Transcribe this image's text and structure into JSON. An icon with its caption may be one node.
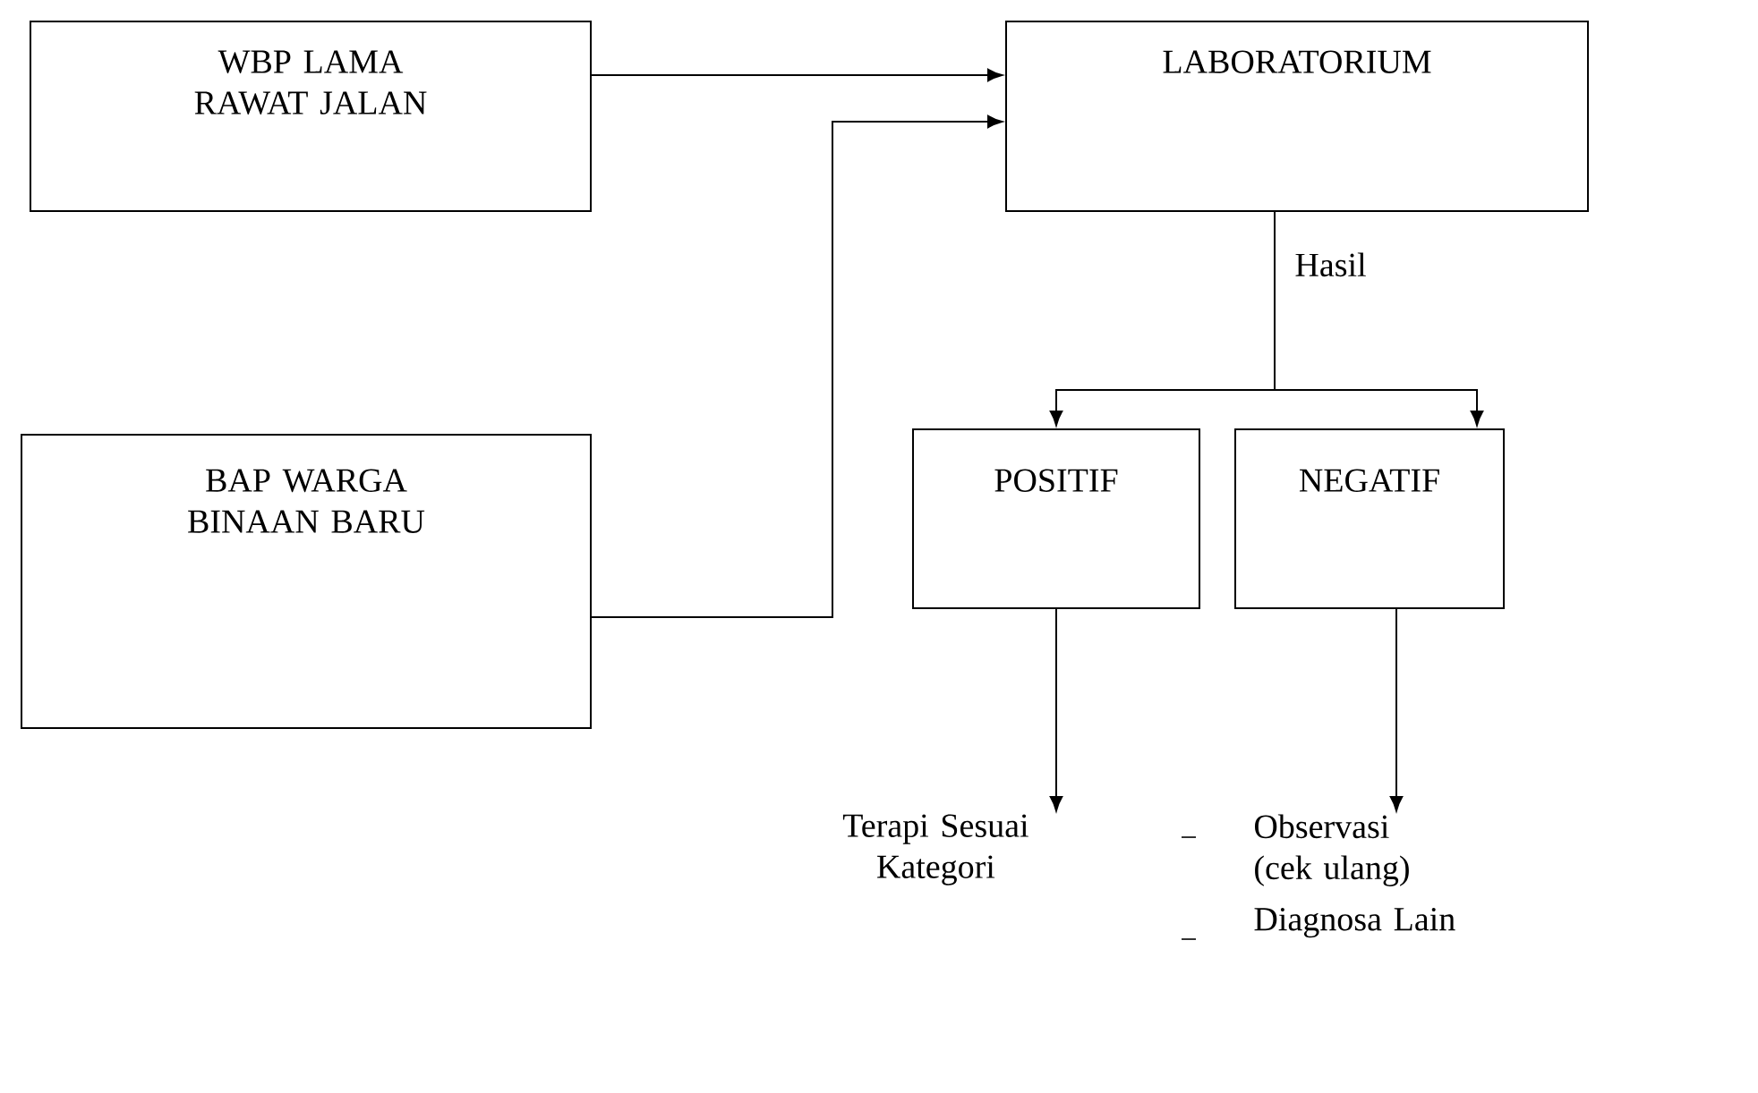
{
  "diagram": {
    "nodes": [
      {
        "text": [
          "WBP LAMA RAWAT JALAN"
        ]
      },
      {
        "text": [
          "LABORATORIUM"
        ]
      },
      {
        "text": [
          "BAP WARGA BINAAN BARU"
        ]
      },
      {
        "text": [
          "POSITIF"
        ]
      },
      {
        "text": [
          "NEGATIF"
        ]
      },
      {
        "text": [
          "Terapi Sesuai Kategori"
        ]
      },
      {
        "text": [
          "Observasi (cek ulang)",
          "Diagnosa Lain"
        ]
      }
    ],
    "edges": [
      {
        "from": 0,
        "to": 1,
        "arrow": "to"
      },
      {
        "from": 2,
        "to": 1,
        "arrow": "to"
      },
      {
        "from": 1,
        "to": 3,
        "arrow": "to",
        "label": "Hasil"
      },
      {
        "from": 1,
        "to": 4,
        "arrow": "to"
      },
      {
        "from": 3,
        "to": 5,
        "arrow": "to"
      },
      {
        "from": 4,
        "to": 6,
        "arrow": "to"
      }
    ]
  }
}
